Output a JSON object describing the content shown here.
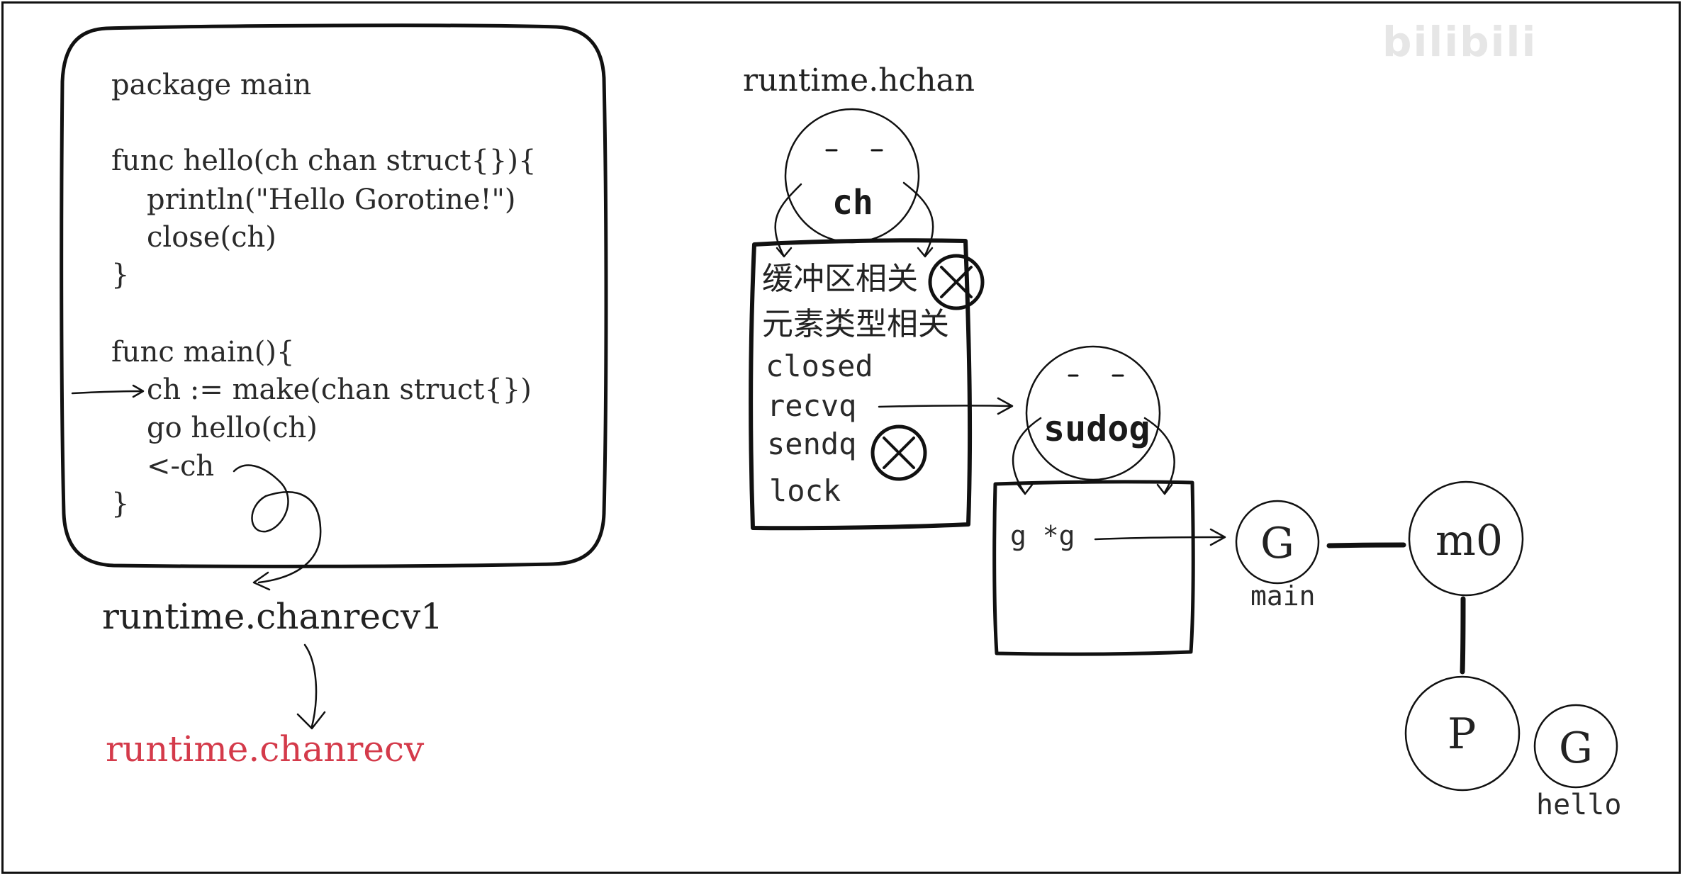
{
  "watermark": "bilibili",
  "code": {
    "lines": [
      "package main",
      "func hello(ch chan struct{}){",
      "println(\"Hello Gorotine!\")",
      "close(ch)",
      "}",
      "func main(){",
      "ch := make(chan struct{})",
      "go hello(ch)",
      "<-ch",
      "}"
    ]
  },
  "calls": {
    "chanrecv1": "runtime.chanrecv1",
    "chanrecv": "runtime.chanrecv"
  },
  "hchan": {
    "title": "runtime.hchan",
    "head_label": "ch",
    "fields": [
      "缓冲区相关",
      "元素类型相关",
      "closed",
      "recvq",
      "sendq",
      "lock"
    ]
  },
  "sudog": {
    "head_label": "sudog",
    "field": "g *g"
  },
  "scheduler": {
    "g_main": "G",
    "g_main_caption": "main",
    "m0": "m0",
    "p": "P",
    "g_hello": "G",
    "g_hello_caption": "hello"
  },
  "colors": {
    "ink": "#111111",
    "accent_red": "#d43a4a"
  }
}
